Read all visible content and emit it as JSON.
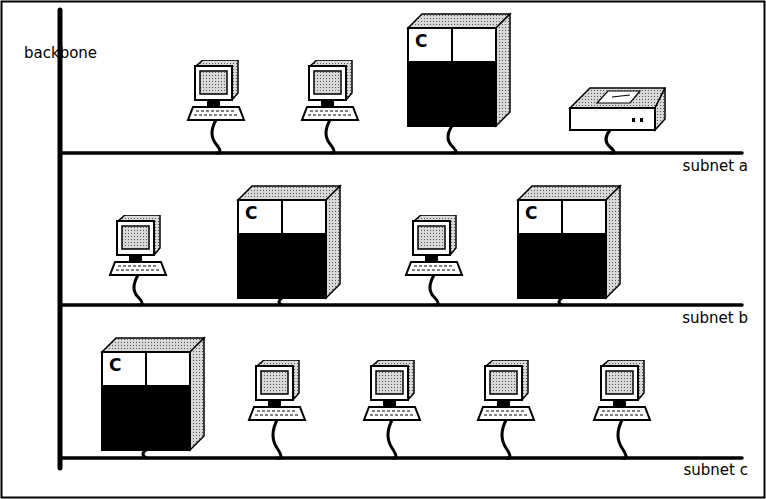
{
  "diagram": {
    "nodes": [
      {
        "text": [
          "C"
        ]
      },
      {
        "text": [
          "C"
        ]
      },
      {
        "text": [
          "C"
        ]
      },
      {
        "text": [
          "C"
        ]
      }
    ],
    "labels": [
      "backbone",
      "subnet a",
      "subnet b",
      "subnet c"
    ]
  }
}
